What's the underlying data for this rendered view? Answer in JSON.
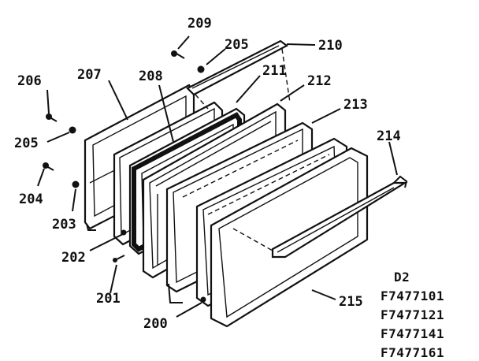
{
  "callouts": {
    "p200": "200",
    "p201": "201",
    "p202": "202",
    "p203": "203",
    "p204": "204",
    "p205a": "205",
    "p205b": "205",
    "p206": "206",
    "p207": "207",
    "p208": "208",
    "p209": "209",
    "p210": "210",
    "p211": "211",
    "p212": "212",
    "p213": "213",
    "p214": "214",
    "p215": "215"
  },
  "model_block": {
    "header": "D2",
    "models": [
      "F7477101",
      "F7477121",
      "F7477141",
      "F7477161"
    ]
  }
}
